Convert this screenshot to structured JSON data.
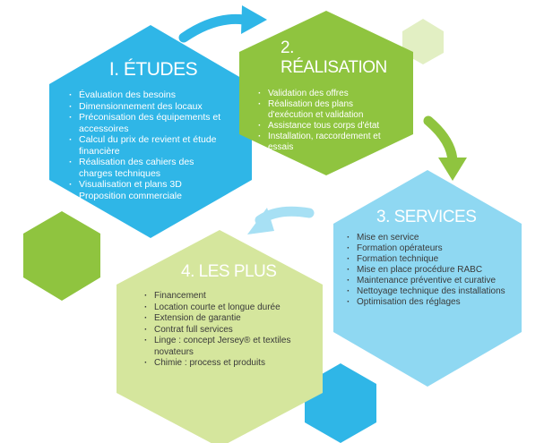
{
  "colors": {
    "blue": "#2fb6e7",
    "green": "#8fc43f",
    "light_blue": "#8fd8f2",
    "light_green": "#d5e69d",
    "pale_green": "#e2efc3",
    "text_dark": "#3a3a3a"
  },
  "panels": {
    "etudes": {
      "title": "I. ÉTUDES",
      "items": [
        "Évaluation des besoins",
        "Dimensionnement des locaux",
        "Préconisation des équipements et accessoires",
        "Calcul du prix de revient et étude financière",
        "Réalisation des cahiers des charges techniques",
        "Visualisation et plans 3D",
        "Proposition commerciale"
      ]
    },
    "realisation": {
      "title": "2. RÉALISATION",
      "items": [
        "Validation des offres",
        "Réalisation des plans d'exécution et validation",
        "Assistance tous corps d'état",
        "Installation, raccordement et essais"
      ]
    },
    "services": {
      "title": "3. SERVICES",
      "items": [
        "Mise en service",
        "Formation opérateurs",
        "Formation technique",
        "Mise en place procédure RABC",
        "Maintenance préventive et curative",
        "Nettoyage technique des installations",
        "Optimisation des réglages"
      ]
    },
    "plus": {
      "title": "4. LES PLUS",
      "items": [
        "Financement",
        "Location courte et longue durée",
        "Extension de garantie",
        "Contrat full services",
        "Linge : concept Jersey® et textiles novateurs",
        "Chimie : process et produits"
      ]
    }
  }
}
